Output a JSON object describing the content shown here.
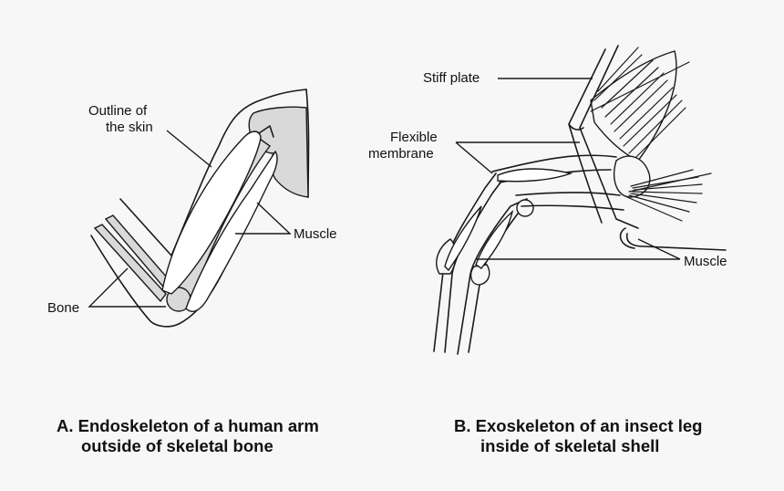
{
  "panel_a": {
    "labels": {
      "skin_line1": "Outline of",
      "skin_line2": "the skin",
      "muscle": "Muscle",
      "bone": "Bone"
    },
    "caption_line1": "A. Endoskeleton of a human arm",
    "caption_line2": "outside of skeletal bone"
  },
  "panel_b": {
    "labels": {
      "stiff_plate": "Stiff plate",
      "membrane_line1": "Flexible",
      "membrane_line2": "membrane",
      "muscle": "Muscle"
    },
    "caption_line1": "B. Exoskeleton of an insect leg",
    "caption_line2": "inside of skeletal shell"
  }
}
